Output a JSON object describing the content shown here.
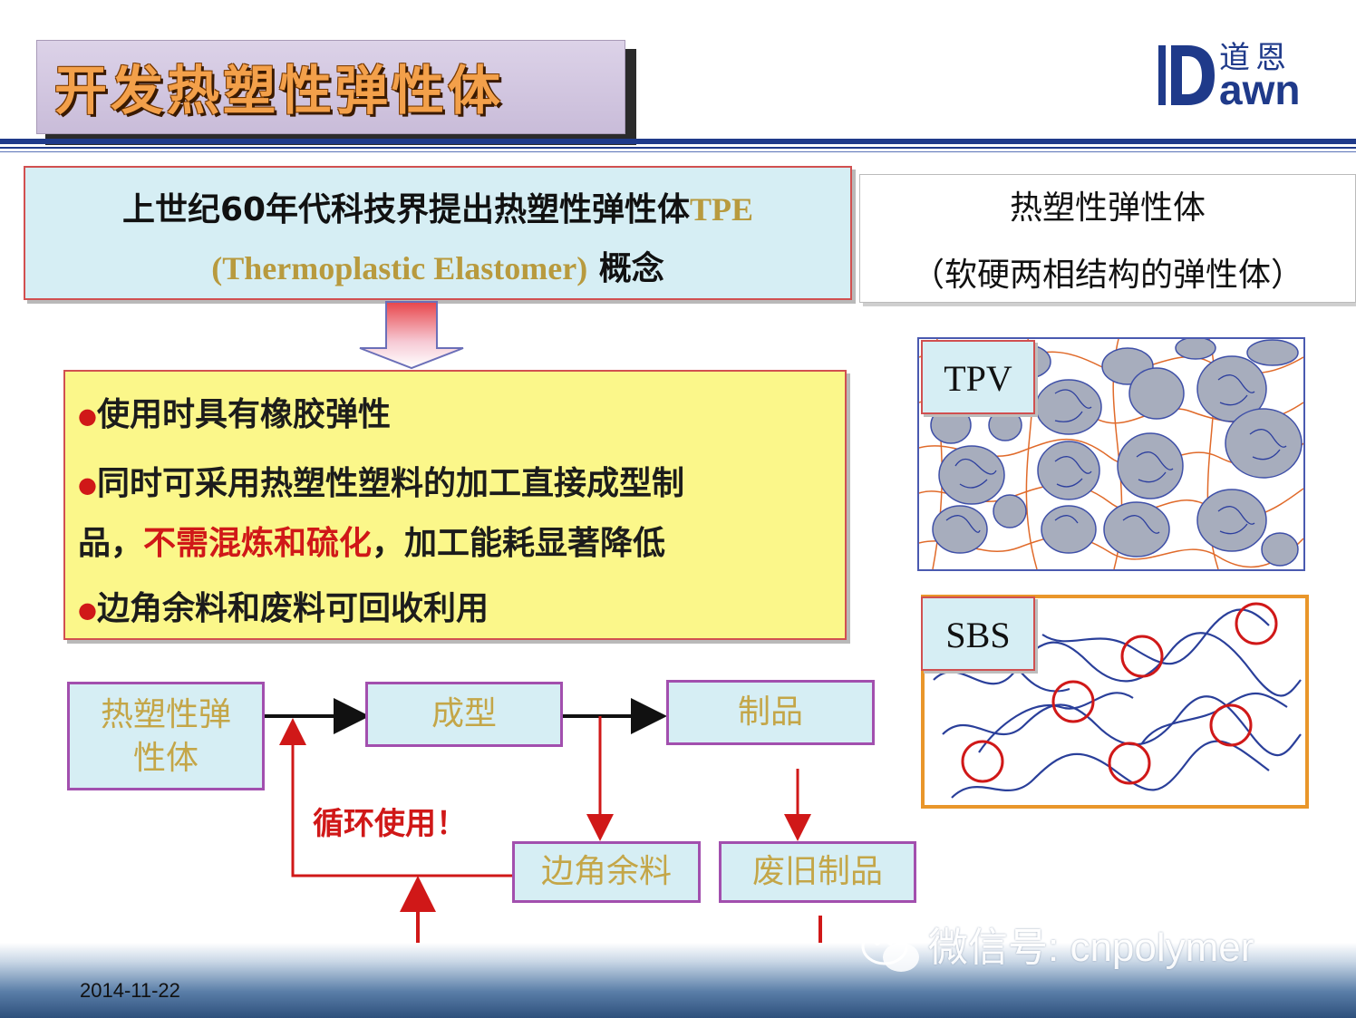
{
  "title": "开发热塑性弹性体",
  "logo": {
    "cn": "道恩",
    "en": "awn"
  },
  "concept": {
    "line1_prefix": "上世纪60年代科技界提出热塑性弹性体",
    "line1_tpe": "TPE",
    "line2_en": "(Thermoplastic Elastomer)",
    "line2_suffix": " 概念"
  },
  "definition": {
    "line1": "热塑性弹性体",
    "line2": "（软硬两相结构的弹性体）"
  },
  "properties": {
    "bullet": "●",
    "p1": "使用时具有橡胶弹性",
    "p2_line1": "同时可采用热塑性塑料的加工直接成型制",
    "p2_line2_pre": "品，",
    "p2_line2_red": "不需混炼和硫化",
    "p2_line2_post": "，加工能耗显著降低",
    "p3": "边角余料和废料可回收利用"
  },
  "flow": {
    "tpe_line1": "热塑性弹",
    "tpe_line2": "性体",
    "forming": "成型",
    "product": "制品",
    "scrap": "边角余料",
    "waste": "废旧制品",
    "recycle": "循环使用！"
  },
  "diagrams": {
    "tpv_label": "TPV",
    "sbs_label": "SBS"
  },
  "footer": {
    "date": "2014-11-22",
    "watermark": "微信号: cnpolymer"
  },
  "colors": {
    "title_orange": "#f3a04a",
    "rule_blue": "#1f3a8a",
    "box_cyan": "#d6eef4",
    "box_border_red": "#d15050",
    "flow_border_purple": "#a24fae",
    "text_gold": "#c4a648",
    "highlight_red": "#d01818",
    "prop_yellow": "#fbf78a",
    "sbs_border_orange": "#e9962a"
  }
}
